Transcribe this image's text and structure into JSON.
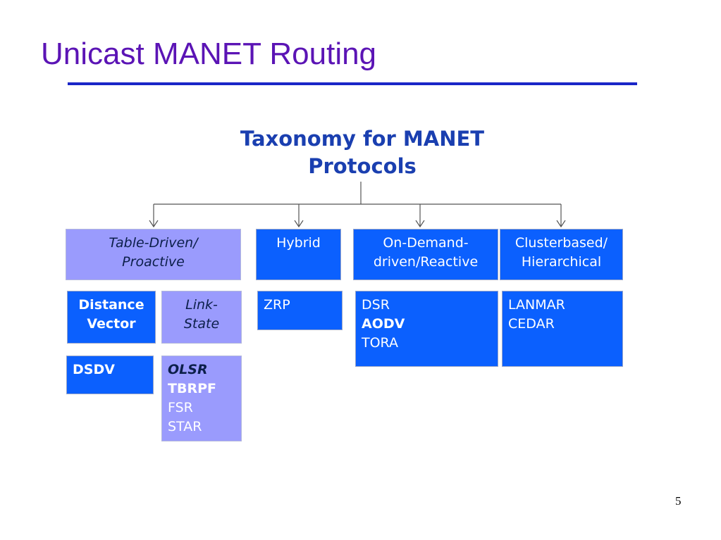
{
  "slide": {
    "title": "Unicast MANET Routing",
    "page_number": "5"
  },
  "taxonomy": {
    "heading_line1": "Taxonomy for MANET",
    "heading_line2": "Protocols"
  },
  "categories": {
    "table_driven": {
      "line1": "Table-Driven/",
      "line2": "Proactive"
    },
    "hybrid": {
      "line1": "Hybrid"
    },
    "on_demand": {
      "line1": "On-Demand-",
      "line2": "driven/Reactive"
    },
    "clusterbased": {
      "line1": "Clusterbased/",
      "line2": "Hierarchical"
    }
  },
  "subcategories": {
    "distance_vector": {
      "line1": "Distance",
      "line2": "Vector"
    },
    "link_state": {
      "line1": "Link-",
      "line2": "State"
    }
  },
  "protocols": {
    "distance_vector": [
      "DSDV"
    ],
    "link_state": [
      "OLSR",
      "TBRPF",
      "FSR",
      "STAR"
    ],
    "hybrid": [
      "ZRP"
    ],
    "on_demand": [
      "DSR",
      "AODV",
      "TORA"
    ],
    "clusterbased": [
      "LANMAR",
      "CEDAR"
    ]
  },
  "colors": {
    "title": "#5b14b5",
    "rule": "#1a26c8",
    "heading": "#1a3fb0",
    "box_blue": "#0b60fe",
    "box_lavender": "#9a9bfd"
  }
}
